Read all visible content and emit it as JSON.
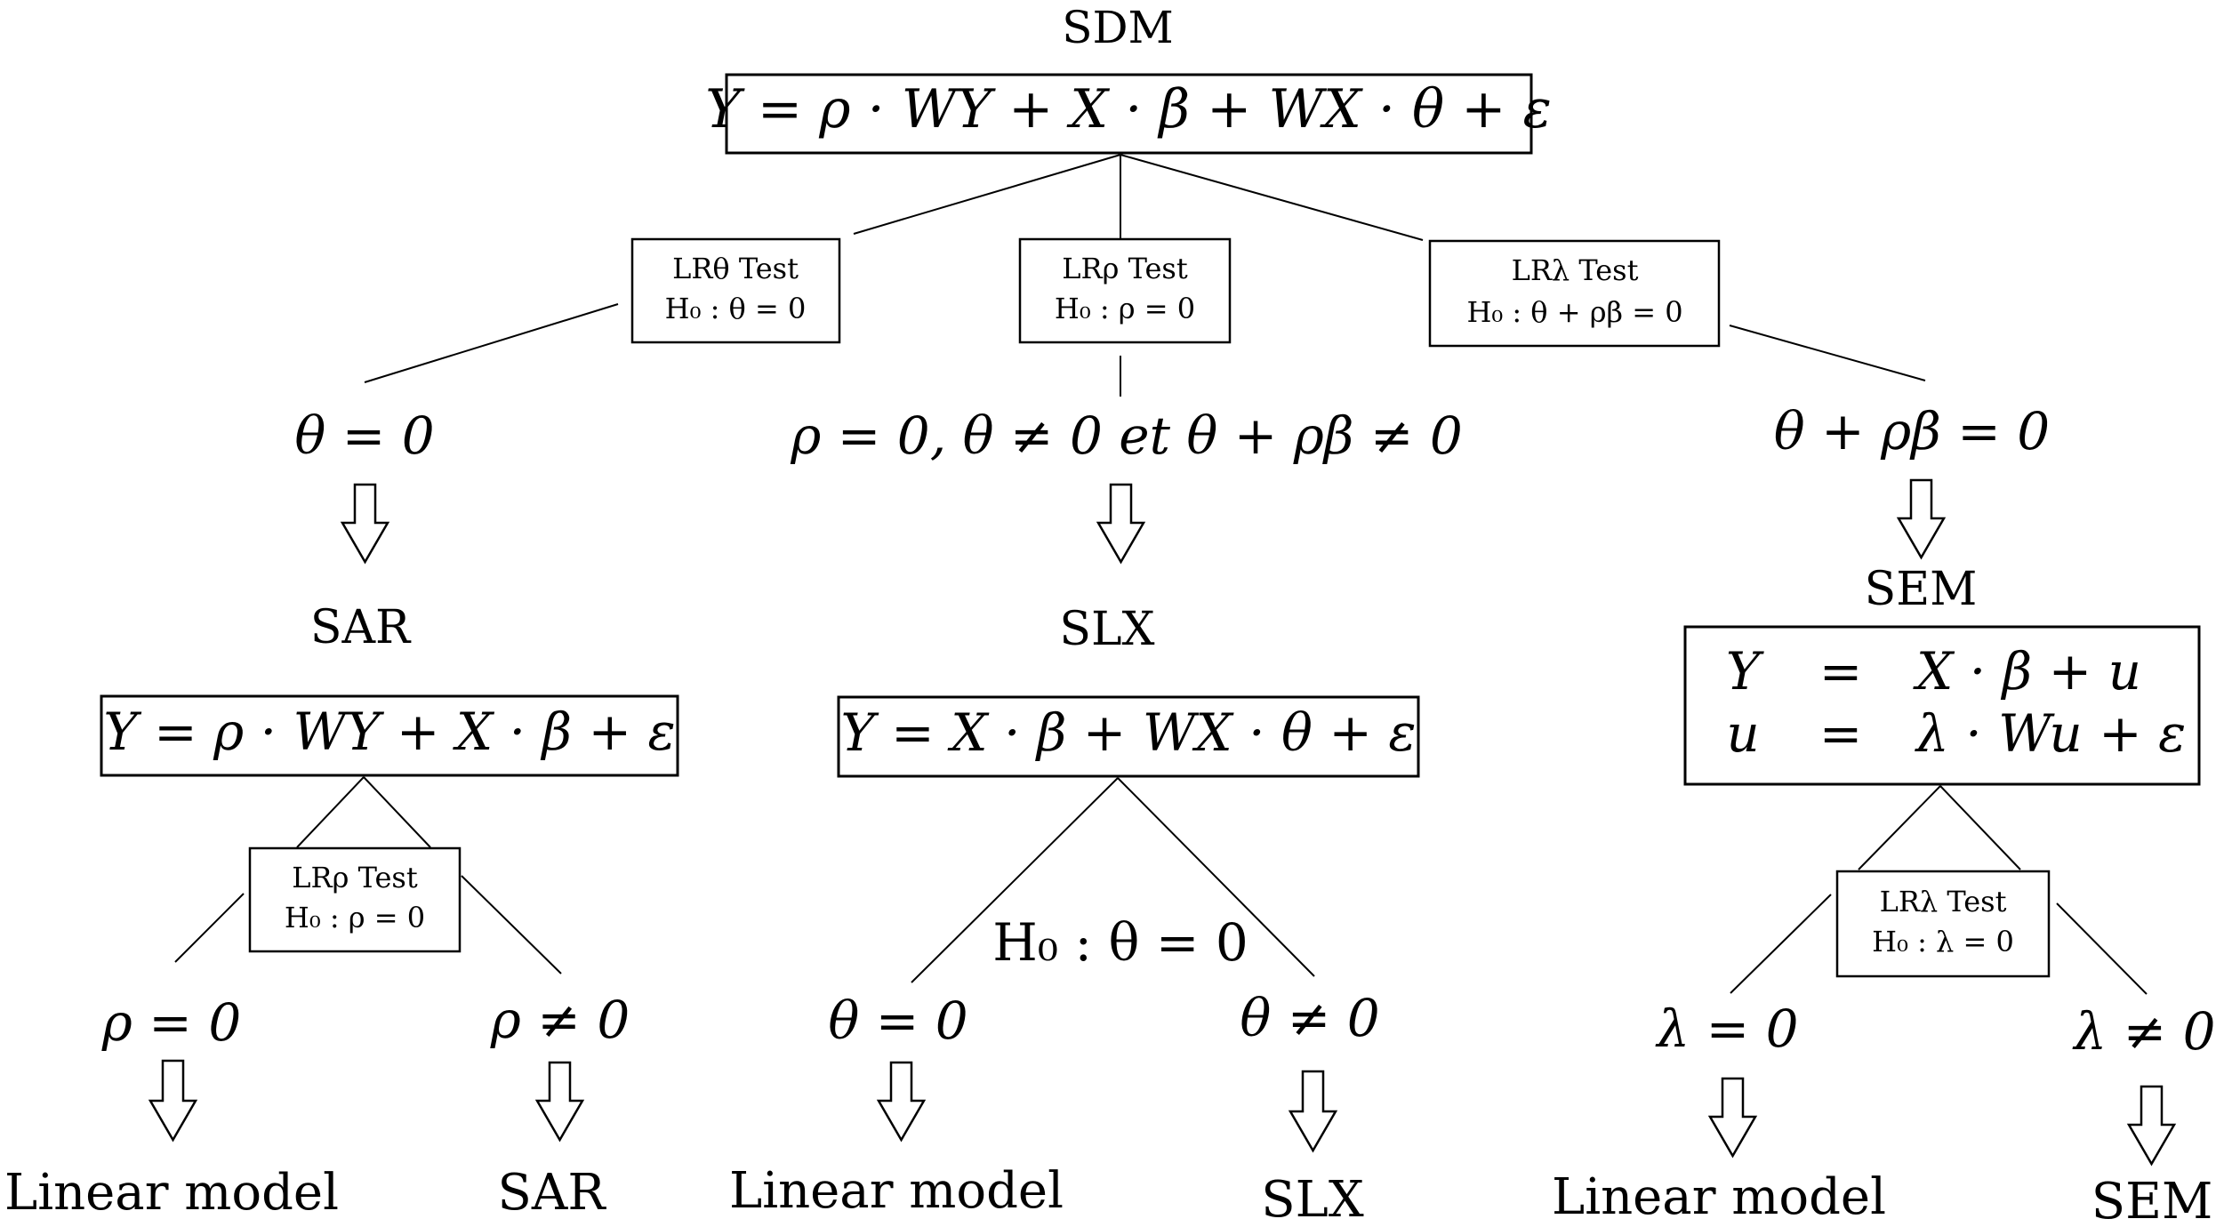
{
  "root": {
    "title": "SDM",
    "equation": "Y = ρ · WY + X · β + WX · θ + ε"
  },
  "tests": {
    "theta": {
      "title": "LRθ Test",
      "hypothesis": "H₀ : θ = 0"
    },
    "rho": {
      "title": "LRρ Test",
      "hypothesis": "H₀ : ρ = 0"
    },
    "lambda": {
      "title": "LRλ Test",
      "hypothesis": "H₀ : θ + ρβ = 0"
    }
  },
  "branches": {
    "left": {
      "condition": "θ = 0",
      "model": "SAR",
      "equation": "Y = ρ · WY + X · β + ε",
      "test": {
        "title": "LRρ Test",
        "hypothesis": "H₀ : ρ = 0"
      },
      "outcomes": [
        {
          "condition": "ρ = 0",
          "result": "Linear model"
        },
        {
          "condition": "ρ ≠ 0",
          "result": "SAR"
        }
      ]
    },
    "middle": {
      "condition": "ρ = 0, θ ≠ 0 et θ + ρβ ≠ 0",
      "model": "SLX",
      "equation": "Y = X · β + WX · θ + ε",
      "test_label": "H₀ : θ = 0",
      "outcomes": [
        {
          "condition": "θ = 0",
          "result": "Linear model"
        },
        {
          "condition": "θ ≠ 0",
          "result": "SLX"
        }
      ]
    },
    "right": {
      "condition": "θ + ρβ = 0",
      "model": "SEM",
      "equation_lines": [
        {
          "lhs": "Y",
          "eq": "=",
          "rhs": "X · β + u"
        },
        {
          "lhs": "u",
          "eq": "=",
          "rhs": "λ · Wu + ε"
        }
      ],
      "test": {
        "title": "LRλ Test",
        "hypothesis": "H₀ : λ = 0"
      },
      "outcomes": [
        {
          "condition": "λ = 0",
          "result": "Linear model"
        },
        {
          "condition": "λ ≠ 0",
          "result": "SEM"
        }
      ]
    }
  }
}
